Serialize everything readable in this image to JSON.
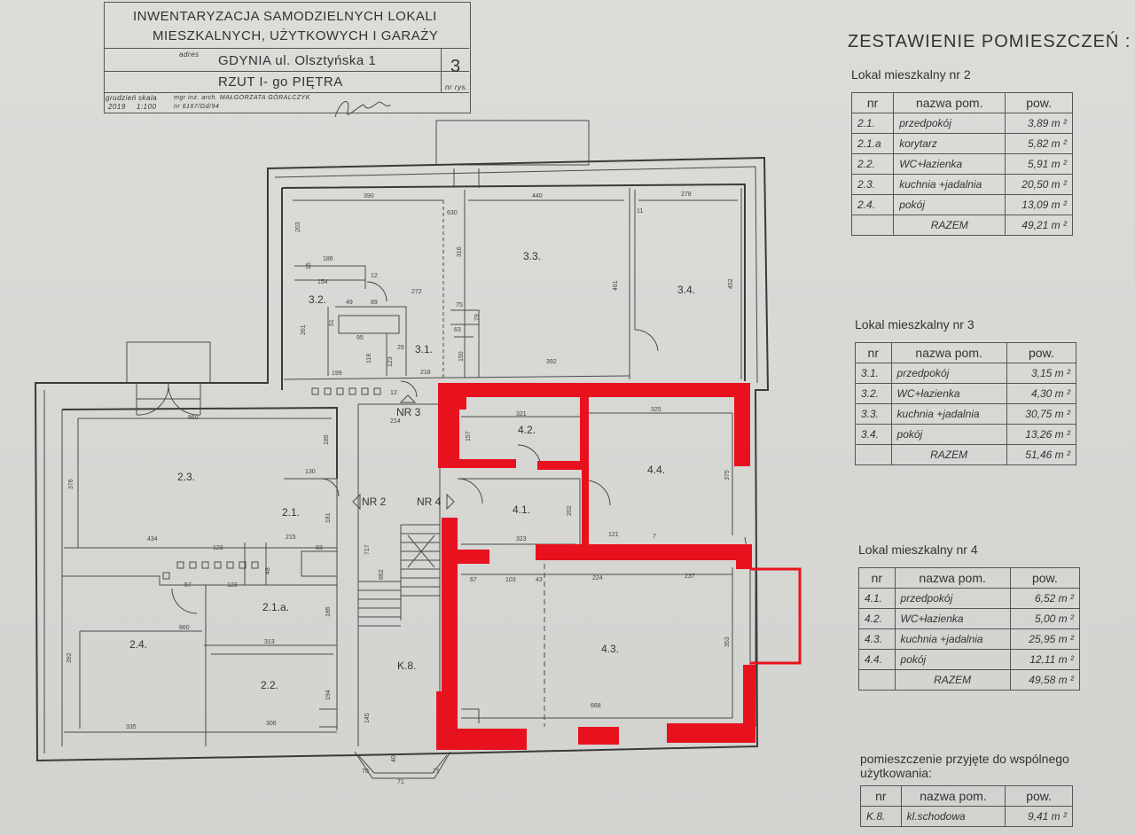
{
  "title_block": {
    "line1": "INWENTARYZACJA SAMODZIELNYCH LOKALI",
    "line2": "MIESZKALNYCH, UŻYTKOWYCH I GARAŻY",
    "address_label": "adres",
    "address": "GDYNIA ul. Olsztyńska 1",
    "floor": "RZUT I- go PIĘTRA",
    "sheet_no": "3",
    "sheet_label": "nr rys.",
    "date_label": "grudzień",
    "date_year": "2019",
    "scale_label": "skala",
    "scale": "1:100",
    "author": "mgr inż. arch. MAŁGORZATA GÓRALCZYK",
    "license": "nr 6167/Gd/94"
  },
  "summary_heading": "ZESTAWIENIE POMIESZCZEŃ :",
  "col_headers": {
    "nr": "nr",
    "name": "nazwa pom.",
    "area": "pow."
  },
  "units": [
    {
      "title": "Lokal mieszkalny nr 2",
      "rows": [
        {
          "nr": "2.1.",
          "name": "przedpokój",
          "area": "3,89 m ²"
        },
        {
          "nr": "2.1.a",
          "name": "korytarz",
          "area": "5,82 m ²"
        },
        {
          "nr": "2.2.",
          "name": "WC+łazienka",
          "area": "5,91 m ²"
        },
        {
          "nr": "2.3.",
          "name": "kuchnia +jadalnia",
          "area": "20,50 m ²"
        },
        {
          "nr": "2.4.",
          "name": "pokój",
          "area": "13,09 m ²"
        }
      ],
      "total_label": "RAZEM",
      "total": "49,21 m ²"
    },
    {
      "title": "Lokal mieszkalny nr 3",
      "rows": [
        {
          "nr": "3.1.",
          "name": "przedpokój",
          "area": "3,15 m ²"
        },
        {
          "nr": "3.2.",
          "name": "WC+łazienka",
          "area": "4,30 m ²"
        },
        {
          "nr": "3.3.",
          "name": "kuchnia +jadalnia",
          "area": "30,75 m ²"
        },
        {
          "nr": "3.4.",
          "name": "pokój",
          "area": "13,26 m ²"
        }
      ],
      "total_label": "RAZEM",
      "total": "51,46 m ²"
    },
    {
      "title": "Lokal mieszkalny nr 4",
      "rows": [
        {
          "nr": "4.1.",
          "name": "przedpokój",
          "area": "6,52 m ²"
        },
        {
          "nr": "4.2.",
          "name": "WC+łazienka",
          "area": "5,00 m ²"
        },
        {
          "nr": "4.3.",
          "name": "kuchnia +jadalnia",
          "area": "25,95 m ²"
        },
        {
          "nr": "4.4.",
          "name": "pokój",
          "area": "12,11 m ²"
        }
      ],
      "total_label": "RAZEM",
      "total": "49,58 m ²"
    }
  ],
  "common": {
    "title_line1": "pomieszczenie przyjęte do wspólnego",
    "title_line2": "użytkowania:",
    "rows": [
      {
        "nr": "K.8.",
        "name": "kl.schodowa",
        "area": "9,41 m ²"
      }
    ]
  },
  "plan": {
    "rooms": [
      {
        "id": "3.3.",
        "label": "3.3."
      },
      {
        "id": "3.4.",
        "label": "3.4."
      },
      {
        "id": "3.2.",
        "label": "3.2."
      },
      {
        "id": "3.1.",
        "label": "3.1."
      },
      {
        "id": "2.3.",
        "label": "2.3."
      },
      {
        "id": "2.1.",
        "label": "2.1."
      },
      {
        "id": "2.1.a.",
        "label": "2.1.a."
      },
      {
        "id": "2.4.",
        "label": "2.4."
      },
      {
        "id": "2.2.",
        "label": "2.2."
      },
      {
        "id": "4.2.",
        "label": "4.2."
      },
      {
        "id": "4.4.",
        "label": "4.4."
      },
      {
        "id": "4.1.",
        "label": "4.1."
      },
      {
        "id": "4.3.",
        "label": "4.3."
      },
      {
        "id": "K.8.",
        "label": "K.8."
      }
    ],
    "unit_markers": {
      "nr2": "NR 2",
      "nr3": "NR 3",
      "nr4": "NR 4"
    },
    "dims": {
      "d390": "390",
      "d440": "440",
      "d278": "278",
      "d630": "630",
      "d11a": "11",
      "d203": "203",
      "d316": "316",
      "d461": "461",
      "d452": "452",
      "d186": "186",
      "d154": "154",
      "d15": "15",
      "d12a": "12",
      "d272": "272",
      "d75": "75",
      "d261": "261",
      "d49": "49",
      "d89": "89",
      "d51": "51",
      "d95": "95",
      "d63": "63",
      "d79": "79",
      "d118": "118",
      "d123a": "123",
      "d29": "29",
      "d150": "150",
      "d392": "392",
      "d199": "199",
      "d218": "218",
      "d12b": "12",
      "d214": "214",
      "d860a": "860",
      "d321": "321",
      "d325": "325",
      "d157": "157",
      "d185": "185",
      "d376": "376",
      "d375": "375",
      "d130": "130",
      "d181": "181",
      "d202": "202",
      "d434": "434",
      "d123b": "123",
      "d215": "215",
      "d83": "83",
      "d323": "323",
      "d121": "121",
      "d7": "7",
      "d717": "717",
      "d862": "862",
      "d57": "57",
      "d123c": "123",
      "d48": "48",
      "d67": "67",
      "d103": "103",
      "d43": "43",
      "d224": "224",
      "d237": "237",
      "d186b": "186",
      "d860b": "860",
      "d313": "313",
      "d392b": "392",
      "d353": "353",
      "d194": "194",
      "d145": "145",
      "d335": "335",
      "d306": "306",
      "d668": "668",
      "d40": "40",
      "d70": "70",
      "d71a": "71",
      "d71b": "71"
    }
  }
}
